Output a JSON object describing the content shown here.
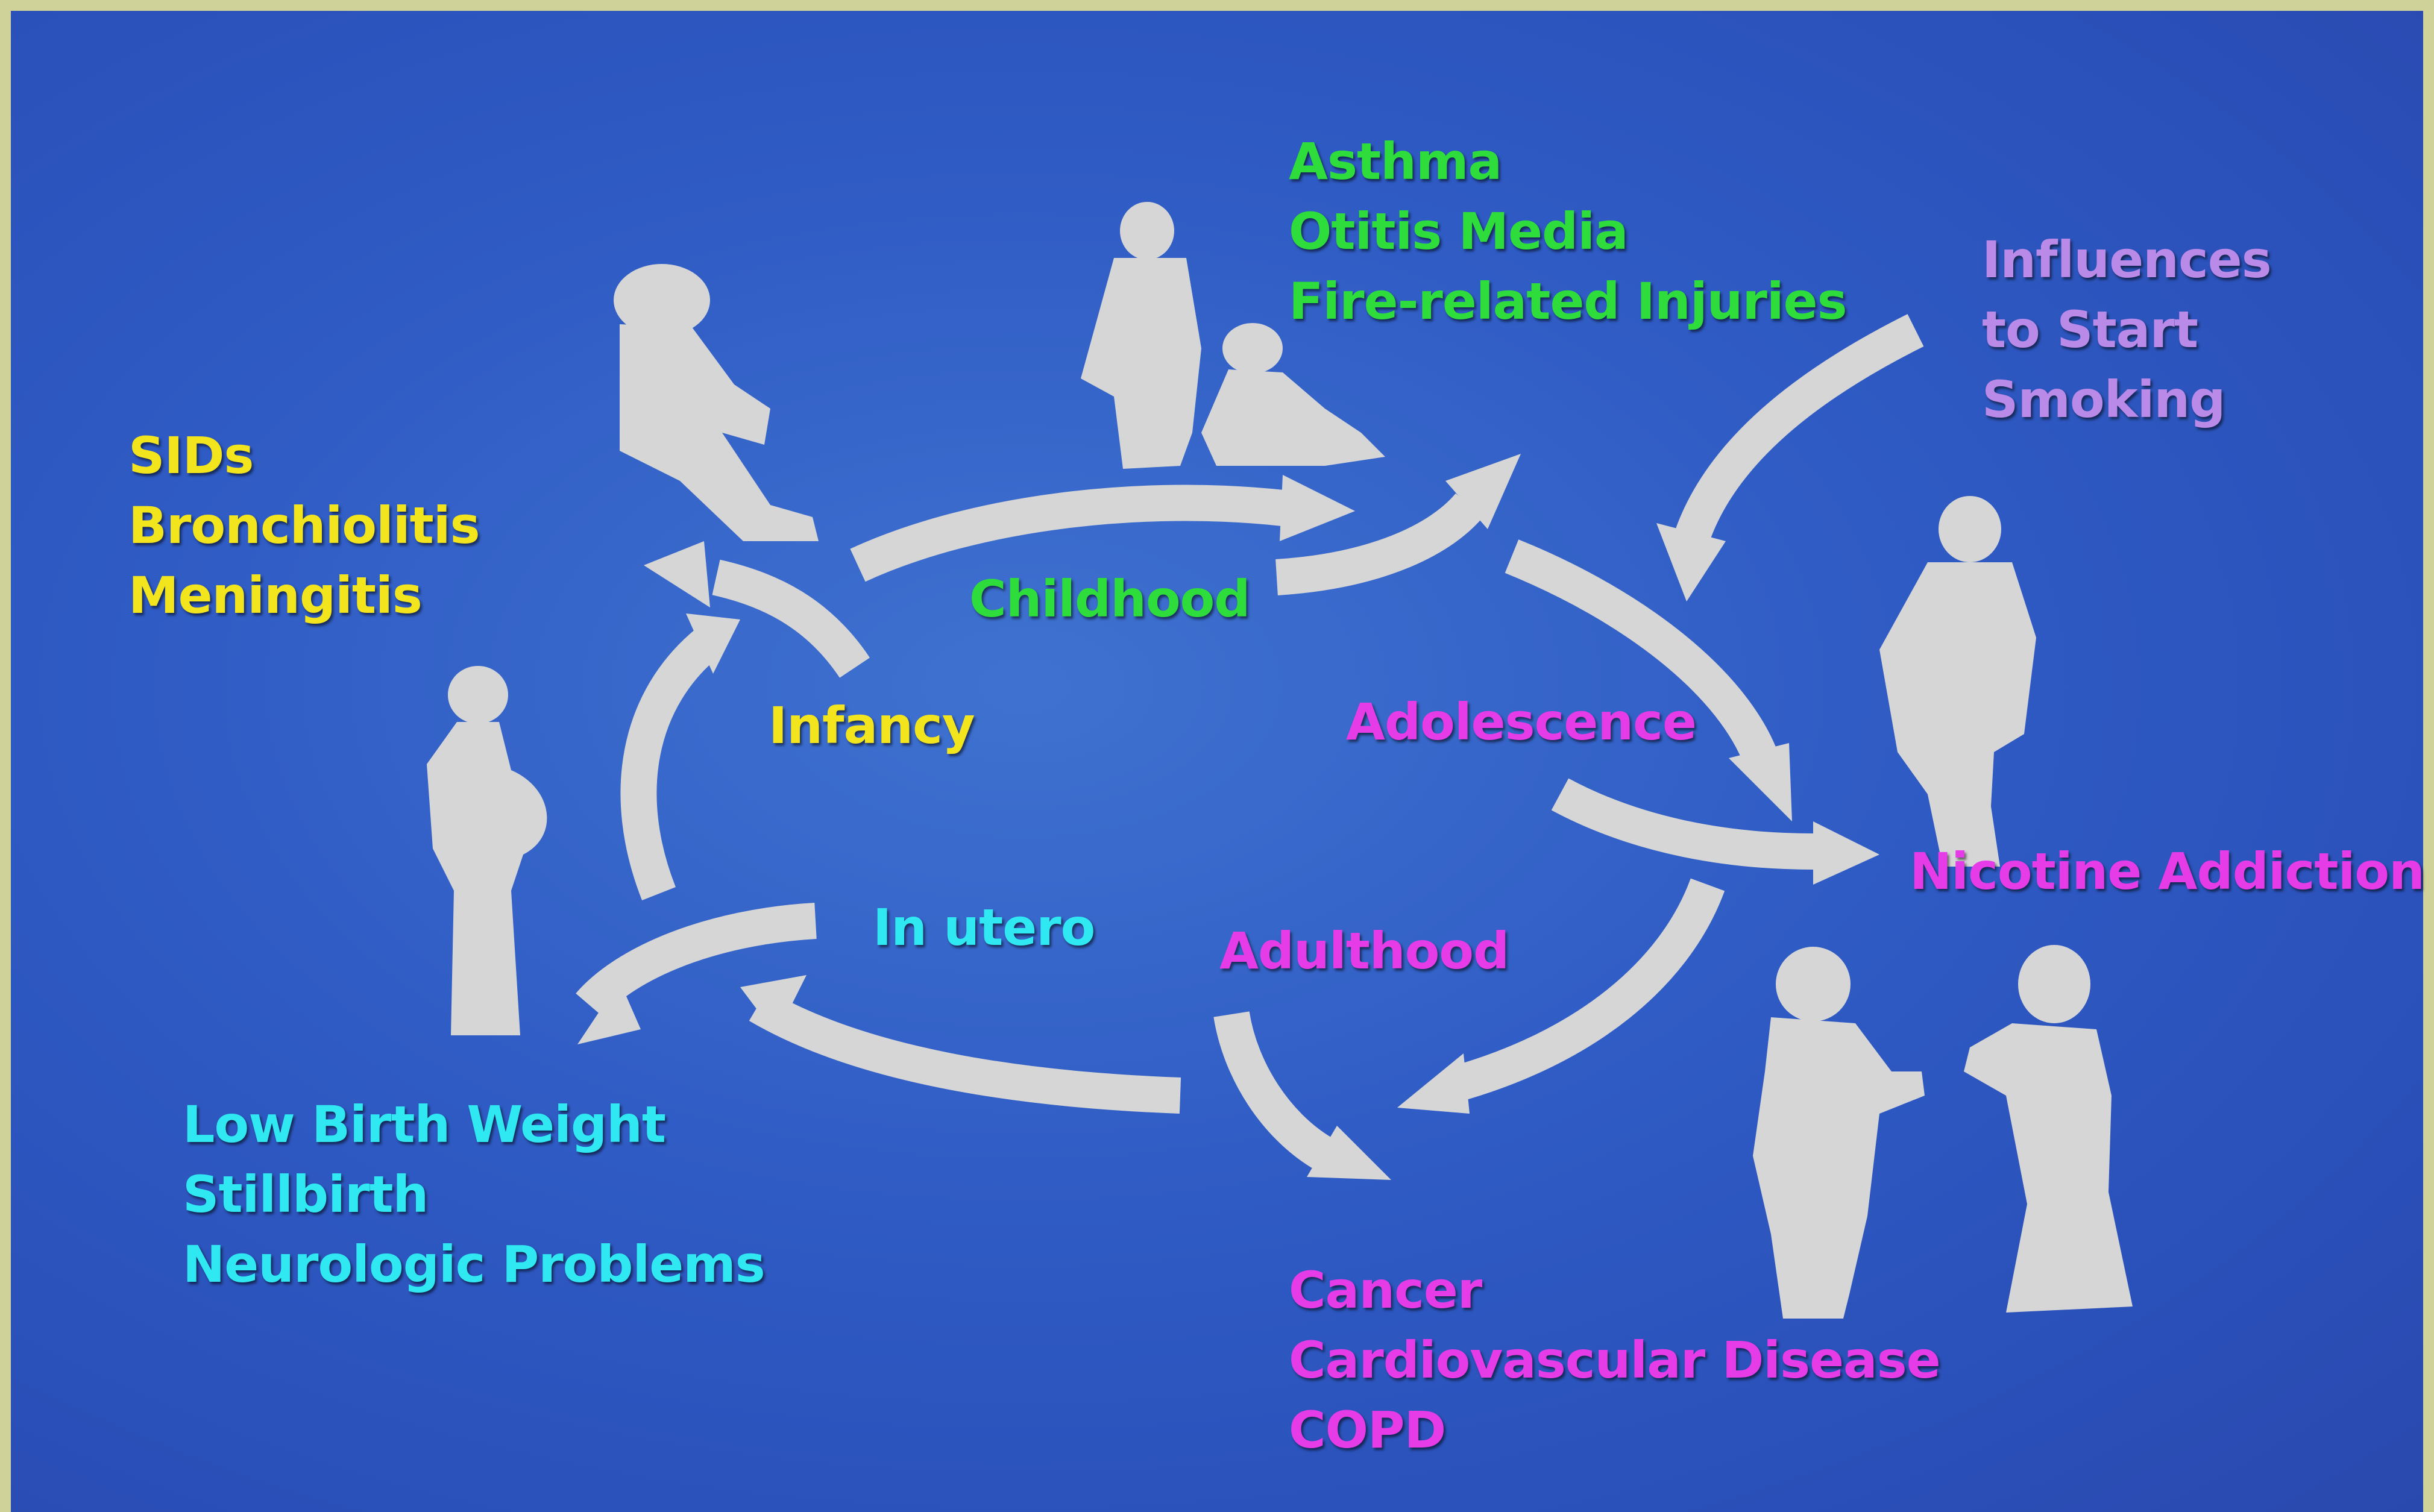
{
  "colors": {
    "background": "#2f5bc4",
    "border": "#cfd39a",
    "silhouette": "#d6d6d6",
    "in_utero": "#2fe8f2",
    "infancy": "#f2e51e",
    "childhood": "#2edc3c",
    "adolescence": "#e63ce8",
    "influences": "#b98ae8"
  },
  "stages": {
    "in_utero": "In utero",
    "infancy": "Infancy",
    "childhood": "Childhood",
    "adolescence": "Adolescence",
    "adulthood": "Adulthood"
  },
  "effects": {
    "infancy": [
      "SIDs",
      "Bronchiolitis",
      "Meningitis"
    ],
    "childhood": [
      "Asthma",
      "Otitis Media",
      "Fire-related Injuries"
    ],
    "in_utero": [
      "Low Birth Weight",
      "Stillbirth",
      "Neurologic Problems"
    ],
    "adulthood": [
      "Cancer",
      "Cardiovascular Disease",
      "COPD"
    ]
  },
  "influences": [
    "Influences",
    "to Start",
    "Smoking"
  ],
  "nicotine": "Nicotine Addiction"
}
